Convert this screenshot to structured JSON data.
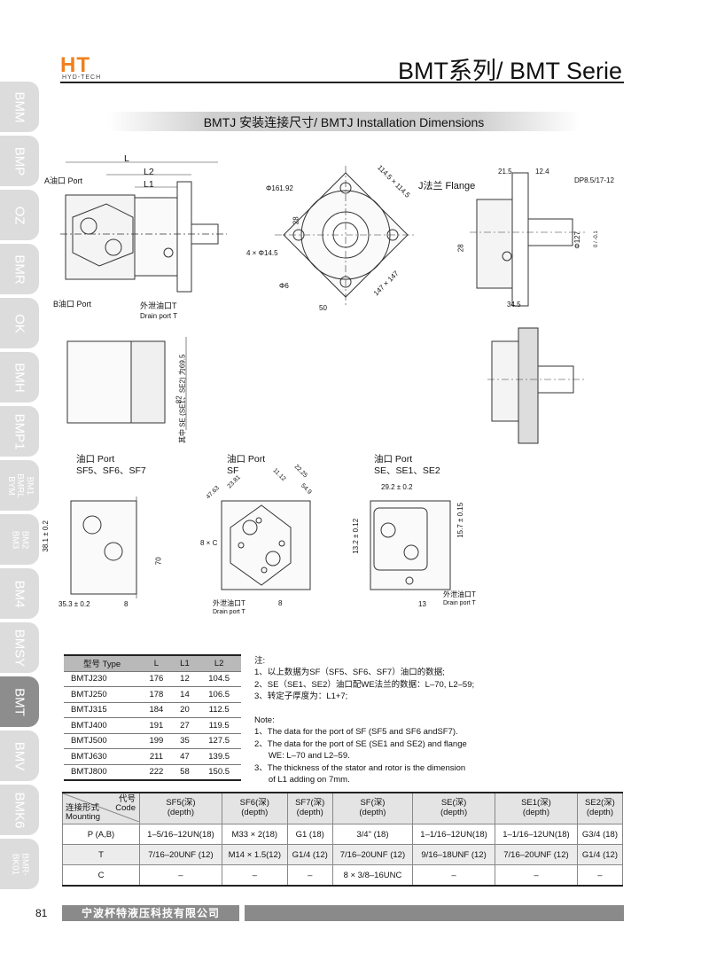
{
  "logo": {
    "mark": "HT",
    "sub": "HYD-TECH"
  },
  "page_title": "BMT系列/ BMT Serie",
  "section_title": "BMTJ 安装连接尺寸/ BMTJ Installation Dimensions",
  "side_tabs": [
    "BMM",
    "BMP",
    "OZ",
    "BMR",
    "OK",
    "BMH",
    "BMP1",
    "BM1\nBMRL\nBYM",
    "BM2\nBM3",
    "BM4",
    "BMSY",
    "BMT",
    "BMV",
    "BMK6",
    "BMR-\nBK01"
  ],
  "drawing": {
    "side": {
      "L": "L",
      "L2": "L2",
      "L1": "L1",
      "a_port": "A油口 Port",
      "b_port": "B油口 Port",
      "drain_cn": "外泄油口T",
      "drain_en": "Drain port T"
    },
    "front": {
      "d1": "Φ161.92",
      "d2": "114.5 × 114.5",
      "d3": "4 × Φ14.5",
      "d4": "Φ6",
      "d5": "28",
      "d6": "147 × 147",
      "d7": "50"
    },
    "flange": {
      "title": "J法兰 Flange",
      "d1": "21.5",
      "d2": "12.4",
      "d3": "DP8.5/17-12",
      "d4": "28",
      "d5": "Φ127",
      "d5_tol": "0 / -0.1",
      "d6": "34.5"
    },
    "top": {
      "d1": "82",
      "d2": "其中 SE (SE1、SE2) 为69.5"
    },
    "port_sf5": {
      "t1": "油口 Port",
      "t2": "SF5、SF6、SF7",
      "d1": "38.1 ± 0.2",
      "d2": "70",
      "d3": "35.3 ± 0.2",
      "d4": "8"
    },
    "port_sf": {
      "t1": "油口 Port",
      "t2": "SF",
      "d1": "47.63",
      "d2": "23.81",
      "d3": "11.12",
      "d4": "22.25",
      "d5": "54.9",
      "d6": "8 × C",
      "d7": "8",
      "drain_cn": "外泄油口T",
      "drain_en": "Drain port T"
    },
    "port_se": {
      "t1": "油口 Port",
      "t2": "SE、SE1、SE2",
      "d1": "29.2 ± 0.2",
      "d2": "13.2 ± 0.12",
      "d3": "15.7 ± 0.15",
      "d4": "13",
      "drain_cn": "外泄油口T",
      "drain_en": "Drain port T"
    }
  },
  "dims_table": {
    "headers": [
      "型号 Type",
      "L",
      "L1",
      "L2"
    ],
    "rows": [
      [
        "BMTJ230",
        "176",
        "12",
        "104.5"
      ],
      [
        "BMTJ250",
        "178",
        "14",
        "106.5"
      ],
      [
        "BMTJ315",
        "184",
        "20",
        "112.5"
      ],
      [
        "BMTJ400",
        "191",
        "27",
        "119.5"
      ],
      [
        "BMTJ500",
        "199",
        "35",
        "127.5"
      ],
      [
        "BMTJ630",
        "211",
        "47",
        "139.5"
      ],
      [
        "BMTJ800",
        "222",
        "58",
        "150.5"
      ]
    ]
  },
  "notes": [
    "注:",
    "1、以上数据为SF（SF5、SF6、SF7）油口的数据;",
    "2、SE（SE1、SE2）油口配WE法兰的数据：L–70, L2–59;",
    "3、转定子厚度为：L1+7;",
    "",
    "Note:",
    "1、The data for the port of SF (SF5 and SF6 andSF7).",
    "2、The data for the port of SE (SE1 and SE2) and flange",
    "      WE: L–70 and L2–59.",
    "3、The thickness of the stator and rotor is the dimension",
    "      of L1 adding on 7mm."
  ],
  "port_table": {
    "corner_code_cn": "代号",
    "corner_code_en": "Code",
    "corner_mount_cn": "连接形式",
    "corner_mount_en": "Mounting",
    "headers": [
      [
        "SF5(深)",
        "(depth)"
      ],
      [
        "SF6(深)",
        "(depth)"
      ],
      [
        "SF7(深)",
        "(depth)"
      ],
      [
        "SF(深)",
        "(depth)"
      ],
      [
        "SE(深)",
        "(depth)"
      ],
      [
        "SE1(深)",
        "(depth)"
      ],
      [
        "SE2(深)",
        "(depth)"
      ]
    ],
    "rows": [
      [
        "P (A,B)",
        "1–5/16–12UN(18)",
        "M33 × 2(18)",
        "G1 (18)",
        "3/4\" (18)",
        "1–1/16–12UN(18)",
        "1–1/16–12UN(18)",
        "G3/4 (18)"
      ],
      [
        "T",
        "7/16–20UNF (12)",
        "M14 × 1.5(12)",
        "G1/4 (12)",
        "7/16–20UNF (12)",
        "9/16–18UNF (12)",
        "7/16–20UNF (12)",
        "G1/4 (12)"
      ],
      [
        "C",
        "–",
        "–",
        "–",
        "8 × 3/8–16UNC",
        "–",
        "–",
        "–"
      ]
    ]
  },
  "footer": {
    "page_number": "81",
    "company": "宁波杯特液压科技有限公司"
  }
}
